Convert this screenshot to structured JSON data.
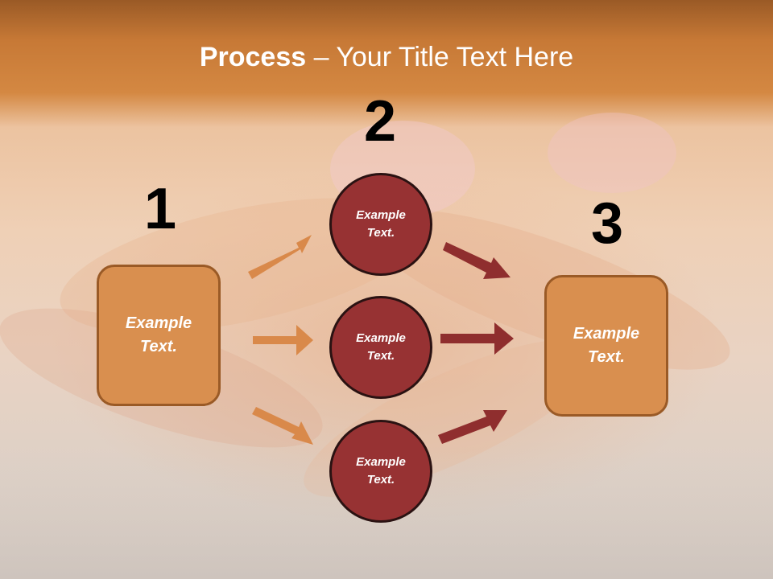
{
  "title": {
    "bold": "Process",
    "rest": " – Your Title Text Here"
  },
  "steps": [
    {
      "number": "1"
    },
    {
      "number": "2"
    },
    {
      "number": "3"
    }
  ],
  "left_box": {
    "line1": "Example",
    "line2": "Text."
  },
  "right_box": {
    "line1": "Example",
    "line2": "Text."
  },
  "circles": [
    {
      "line1": "Example",
      "line2": "Text."
    },
    {
      "line1": "Example",
      "line2": "Text."
    },
    {
      "line1": "Example",
      "line2": "Text."
    }
  ],
  "colors": {
    "header": "#cf7f3c",
    "box_fill": "#d98f4f",
    "box_border": "#9a5a26",
    "circle_fill": "#973233",
    "arrow_left": "#d9894a",
    "arrow_right": "#8f2e2e"
  }
}
